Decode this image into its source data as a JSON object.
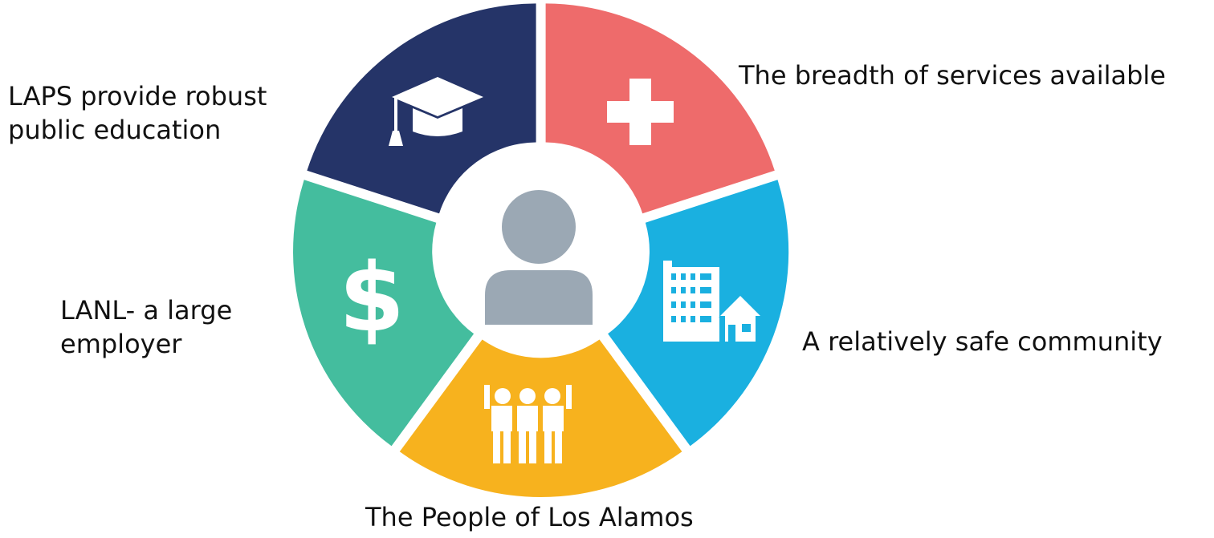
{
  "segments": [
    {
      "id": "services",
      "lines": [
        "The breadth of services available"
      ],
      "color": "#EE6B6B",
      "icon": "medical-cross-icon"
    },
    {
      "id": "safety",
      "lines": [
        "A relatively safe community"
      ],
      "color": "#1AB0E0",
      "icon": "buildings-house-icon"
    },
    {
      "id": "people",
      "lines": [
        "The People of Los Alamos"
      ],
      "color": "#F7B21E",
      "icon": "people-cheering-icon"
    },
    {
      "id": "employer",
      "lines": [
        "LANL- a large",
        "employer"
      ],
      "color": "#44BD9E",
      "icon": "dollar-sign-icon"
    },
    {
      "id": "education",
      "lines": [
        "LAPS provide robust",
        "public education"
      ],
      "color": "#253468",
      "icon": "graduation-cap-icon"
    }
  ],
  "center": {
    "icon": "person-icon",
    "color": "#9BA8B4",
    "background": "#FFFFFF"
  }
}
